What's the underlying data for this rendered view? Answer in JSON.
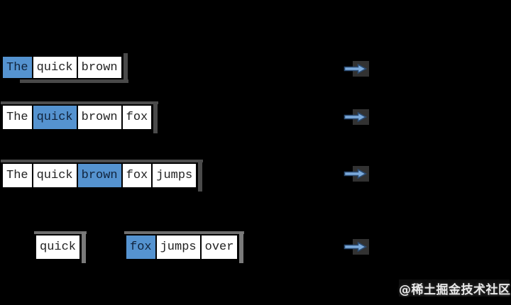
{
  "colors": {
    "background": "#000000",
    "highlight_blue": "#5593d0",
    "box_background": "#ffffff",
    "box_border": "#000000",
    "arrow_fill": "#7cabdc",
    "arrow_stroke": "#2a4a70",
    "shadow_gray": "#4e4e4e"
  },
  "diagram": {
    "rows": [
      {
        "words": [
          {
            "text": "The",
            "highlighted": true
          },
          {
            "text": "quick",
            "highlighted": false
          },
          {
            "text": "brown",
            "highlighted": false
          }
        ]
      },
      {
        "words": [
          {
            "text": "The",
            "highlighted": false
          },
          {
            "text": "quick",
            "highlighted": true
          },
          {
            "text": "brown",
            "highlighted": false
          },
          {
            "text": "fox",
            "highlighted": false
          }
        ]
      },
      {
        "words": [
          {
            "text": "The",
            "highlighted": false
          },
          {
            "text": "quick",
            "highlighted": false
          },
          {
            "text": "brown",
            "highlighted": true
          },
          {
            "text": "fox",
            "highlighted": false
          },
          {
            "text": "jumps",
            "highlighted": false
          }
        ]
      },
      {
        "groups": [
          {
            "words": [
              {
                "text": "quick",
                "highlighted": false
              }
            ]
          },
          {
            "words": [
              {
                "text": "fox",
                "highlighted": true
              },
              {
                "text": "jumps",
                "highlighted": false
              },
              {
                "text": "over",
                "highlighted": false
              }
            ]
          }
        ]
      }
    ],
    "arrow_count": 4
  },
  "watermark": {
    "text": "@稀土掘金技术社区"
  }
}
